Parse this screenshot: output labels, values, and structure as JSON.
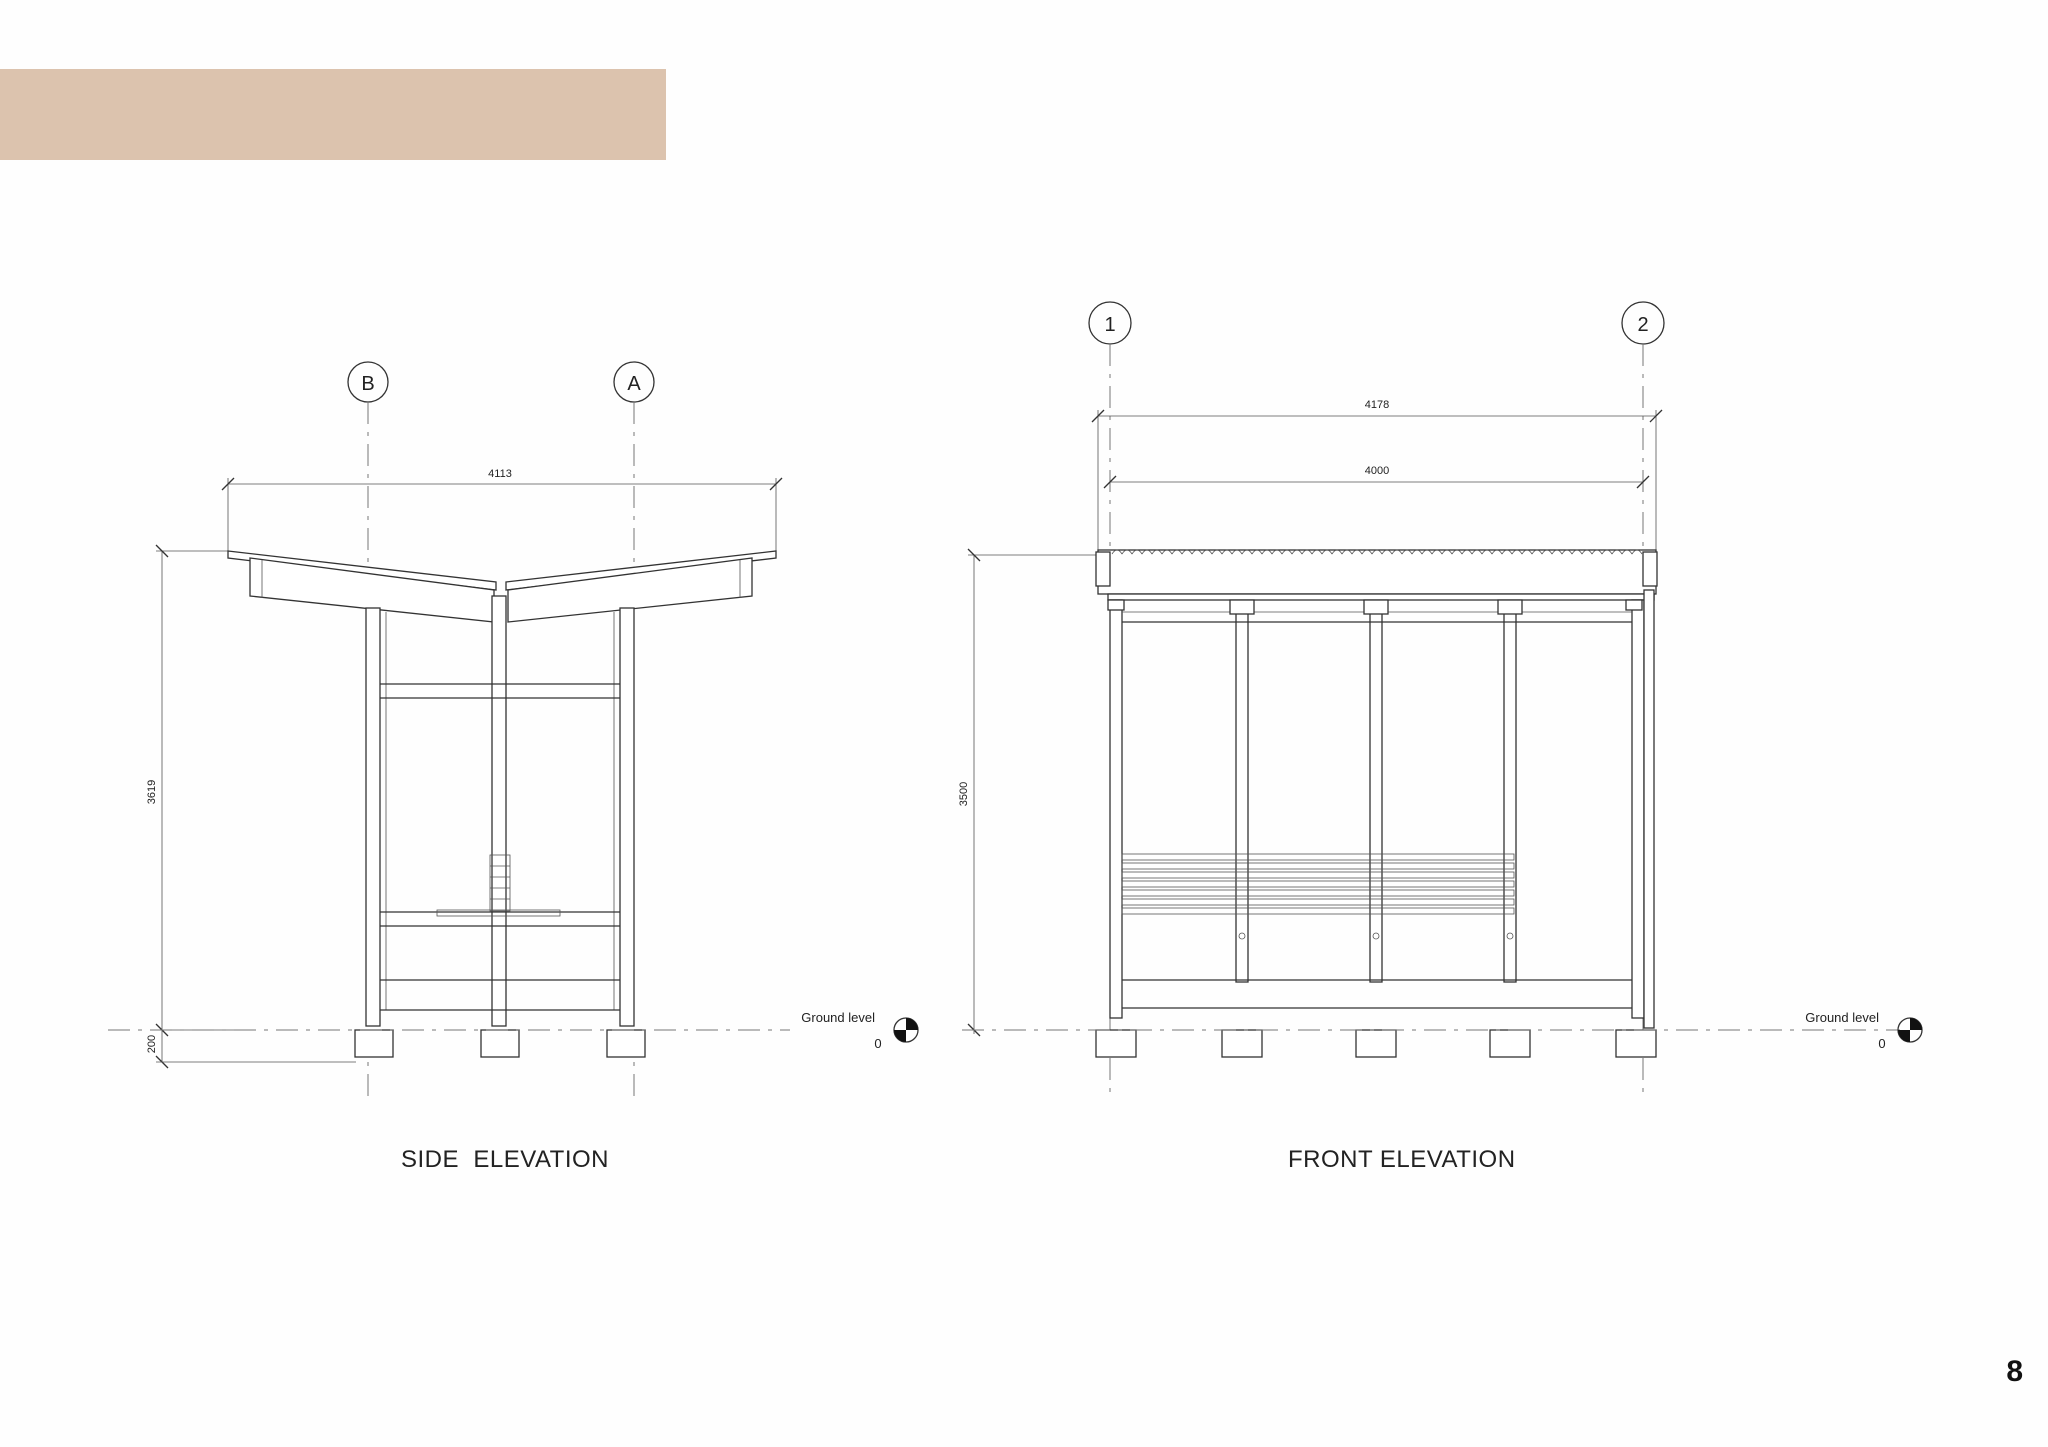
{
  "side_elevation": {
    "title": "SIDE  ELEVATION",
    "grid_labels": [
      "B",
      "A"
    ],
    "dim_overall_width": "4113",
    "dim_height": "3619",
    "dim_footing": "200",
    "ground_label": "Ground level",
    "ground_value": "0"
  },
  "front_elevation": {
    "title": "FRONT ELEVATION",
    "grid_labels": [
      "1",
      "2"
    ],
    "dim_overall_width": "4178",
    "dim_inner_width": "4000",
    "dim_height": "3500",
    "ground_label": "Ground level",
    "ground_value": "0"
  },
  "page_number": "8",
  "banner_color": "#dcc3ae"
}
